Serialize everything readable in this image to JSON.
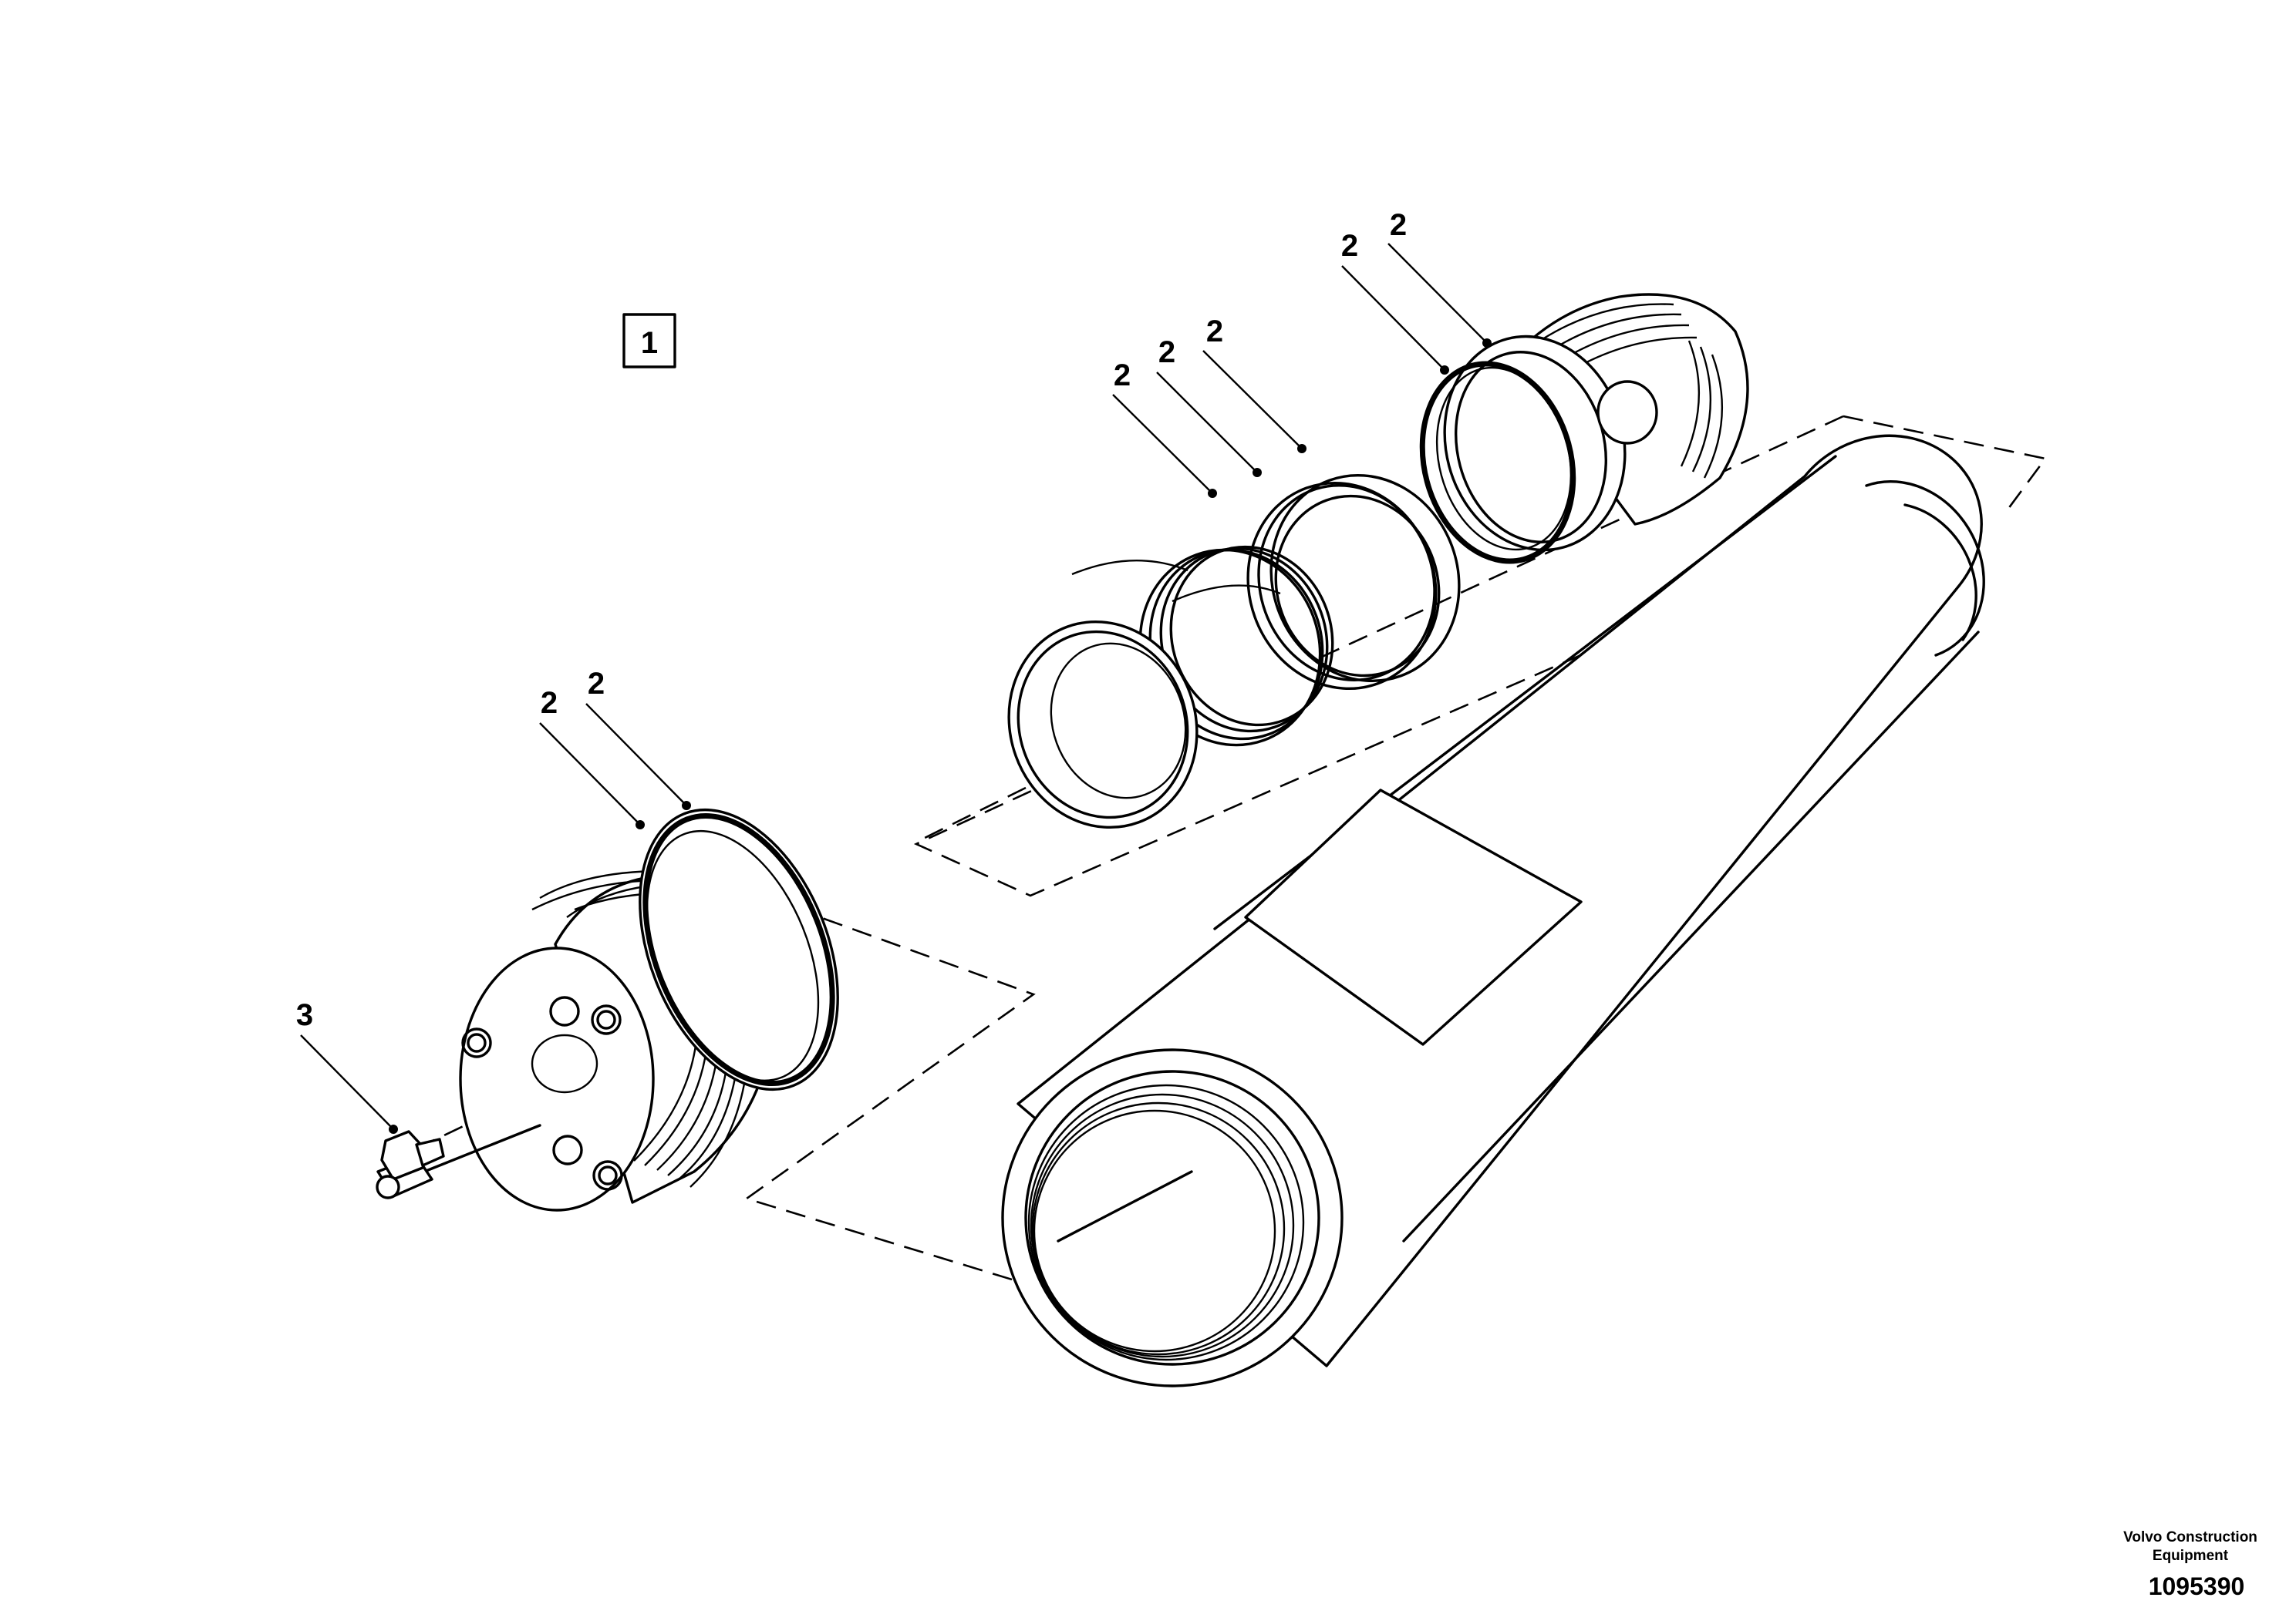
{
  "group_label": "1",
  "callouts": [
    "2",
    "2",
    "2",
    "2",
    "2",
    "2",
    "2",
    "3"
  ],
  "footer": {
    "publisher_line1": "Volvo Construction",
    "publisher_line2": "Equipment",
    "drawing_number": "1095390"
  }
}
